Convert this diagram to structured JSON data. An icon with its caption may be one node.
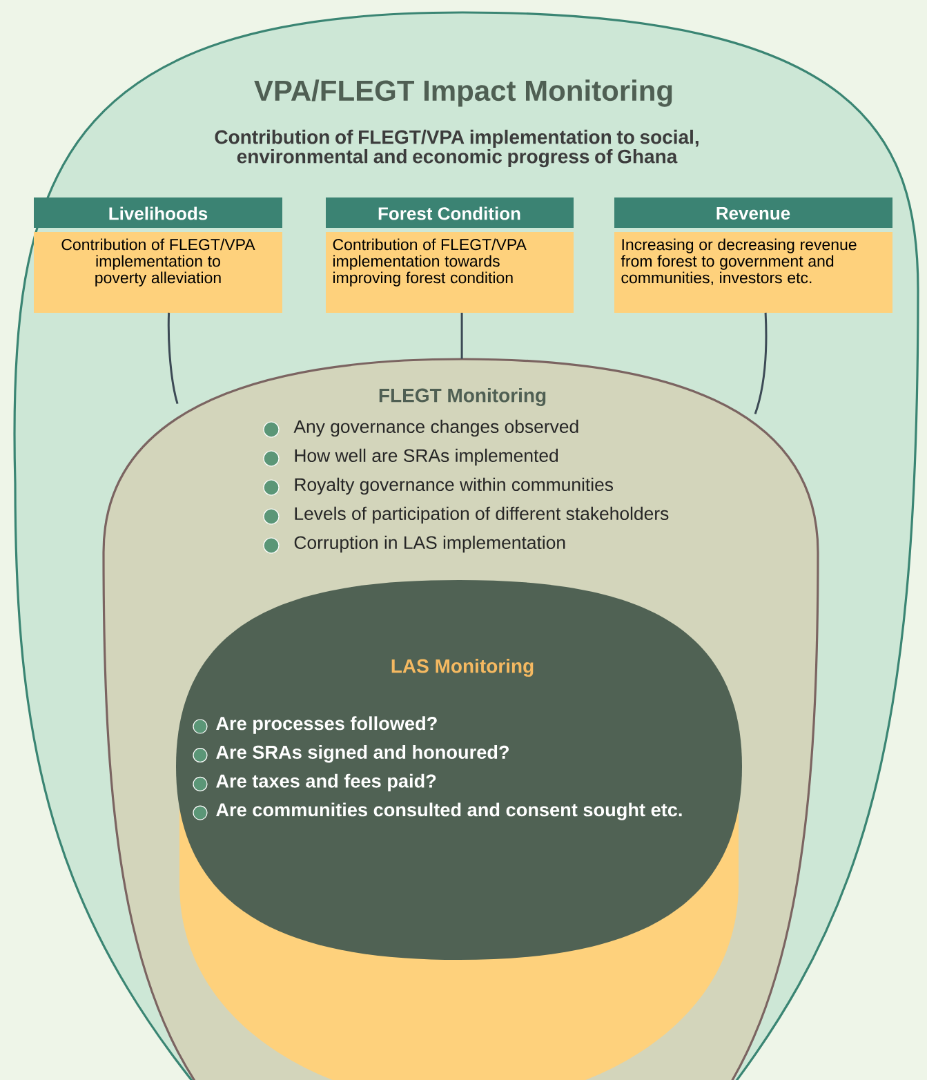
{
  "diagram": {
    "nodes": [
      {
        "text": [
          "VPA/FLEGT Impact Monitoring",
          "Contribution of FLEGT/VPA implementation to social, environmental and economic progress of Ghana"
        ]
      },
      {
        "text": [
          "Livelihoods",
          "Contribution of FLEGT/VPA implementation to poverty alleviation"
        ],
        "in": 0
      },
      {
        "text": [
          "Forest Condition",
          "Contribution of FLEGT/VPA implementation towards improving forest condition"
        ],
        "in": 0
      },
      {
        "text": [
          "Revenue",
          "Increasing or decreasing revenue from forest to government and communities, investors etc."
        ],
        "in": 0
      },
      {
        "text": [
          "FLEGT Monitoring",
          "Any governance changes observed",
          "How well are SRAs implemented",
          "Royalty governance within communities",
          "Levels of participation of different stakeholders",
          "Corruption in LAS implementation"
        ],
        "in": 0
      },
      {
        "text": [
          "LAS Monitoring",
          "Are processes followed?",
          "Are SRAs signed and honoured?",
          "Are taxes and fees paid?",
          "Are communities consulted and consent sought etc."
        ],
        "in": 4
      }
    ],
    "edges": [
      {
        "from": 1,
        "to": 4,
        "arrow": "none"
      },
      {
        "from": 2,
        "to": 4,
        "arrow": "none"
      },
      {
        "from": 3,
        "to": 4,
        "arrow": "none"
      }
    ]
  }
}
